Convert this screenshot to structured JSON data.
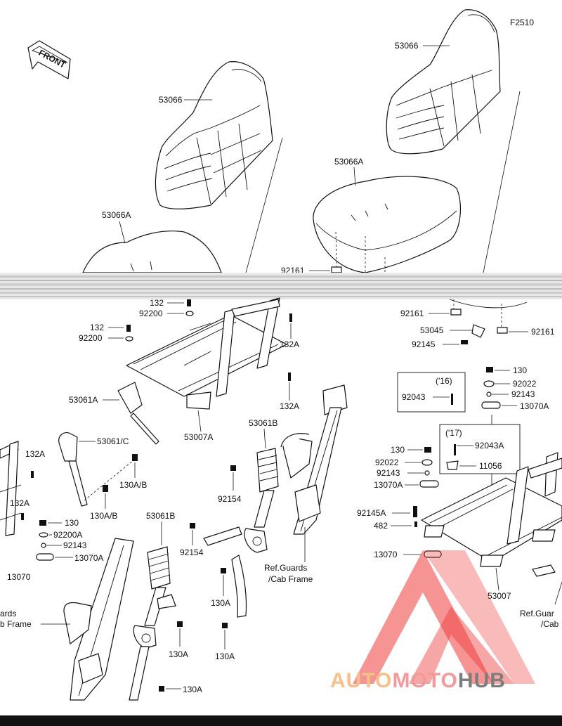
{
  "figure_code": "F2510",
  "front_label": "FRONT",
  "labels": {
    "seat_back_left": "53066",
    "seat_back_right": "53066",
    "seat_cushion_left": "53066A",
    "seat_cushion_right": "53066A",
    "p92161_a": "92161",
    "p92161_b": "92161",
    "p92161_c": "92161",
    "p53045": "53045",
    "p92145": "92145",
    "p132_a": "132",
    "p92200_a": "92200",
    "p132_b": "132",
    "p92200_b": "92200",
    "p132A_a": "132A",
    "p132A_b": "132A",
    "p132A_c": "132A",
    "p132A_d": "132A",
    "p53061A": "53061A",
    "p53007A": "53007A",
    "p53061C": "53061/C",
    "p130AB_a": "130A/B",
    "p130AB_b": "130A/B",
    "p53061B_a": "53061B",
    "p53061B_b": "53061B",
    "p92154_a": "92154",
    "p92154_b": "92154",
    "p130_l": "130",
    "p92200A": "92200A",
    "p92143_l": "92143",
    "p13070A_l": "13070A",
    "p13070_l": "13070",
    "guards_left_1": "ards",
    "guards_left_2": "b Frame",
    "guards_mid_1": "Ref.Guards",
    "guards_mid_2": "/Cab Frame",
    "guards_right_1": "Ref.Guar",
    "guards_right_2": "/Cab",
    "p130A_a": "130A",
    "p130A_b": "130A",
    "p130A_c": "130A",
    "p130A_d": "130A",
    "box16_year": "('16)",
    "box16_part": "92043",
    "box17_year": "('17)",
    "box17_part": "92043A",
    "p130_r1": "130",
    "p92022_r1": "92022",
    "p92143_r1": "92143",
    "p13070A_r1": "13070A",
    "p130_r2": "130",
    "p92022_r2": "92022",
    "p92143_r2": "92143",
    "p13070A_r2": "13070A",
    "p11056": "11056",
    "p92145A": "92145A",
    "p482": "482",
    "p13070_r": "13070",
    "p53007": "53007"
  },
  "watermark": {
    "text_a": "AUTO",
    "text_b": "MOTO",
    "text_c": "HUB",
    "color_a": "#f7c08a",
    "color_b": "#f29a9a",
    "color_c": "#7d7d7d",
    "logo_color": "#ee3a3a"
  }
}
